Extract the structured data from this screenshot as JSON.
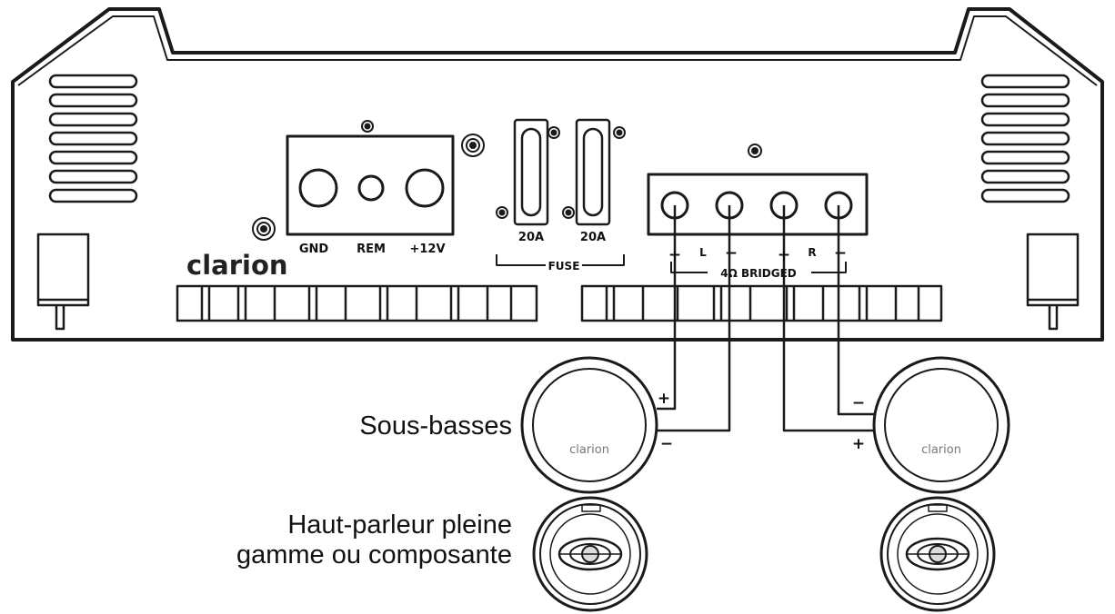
{
  "brand": "clarion",
  "terminals": {
    "gnd": "GND",
    "rem": "REM",
    "v12": "+12V"
  },
  "fuses": {
    "left": "20A",
    "right": "20A",
    "label": "FUSE"
  },
  "speaker_terminals": {
    "plus": "+",
    "minus": "−",
    "left": "L",
    "right": "R",
    "bridged": "4Ω BRIDGED"
  },
  "wire_labels": {
    "plus": "+",
    "minus": "−"
  },
  "speaker_brand": "clarion",
  "captions": {
    "subwoofer": "Sous-basses",
    "fullrange_line1": "Haut-parleur pleine",
    "fullrange_line2": "gamme ou composante"
  }
}
